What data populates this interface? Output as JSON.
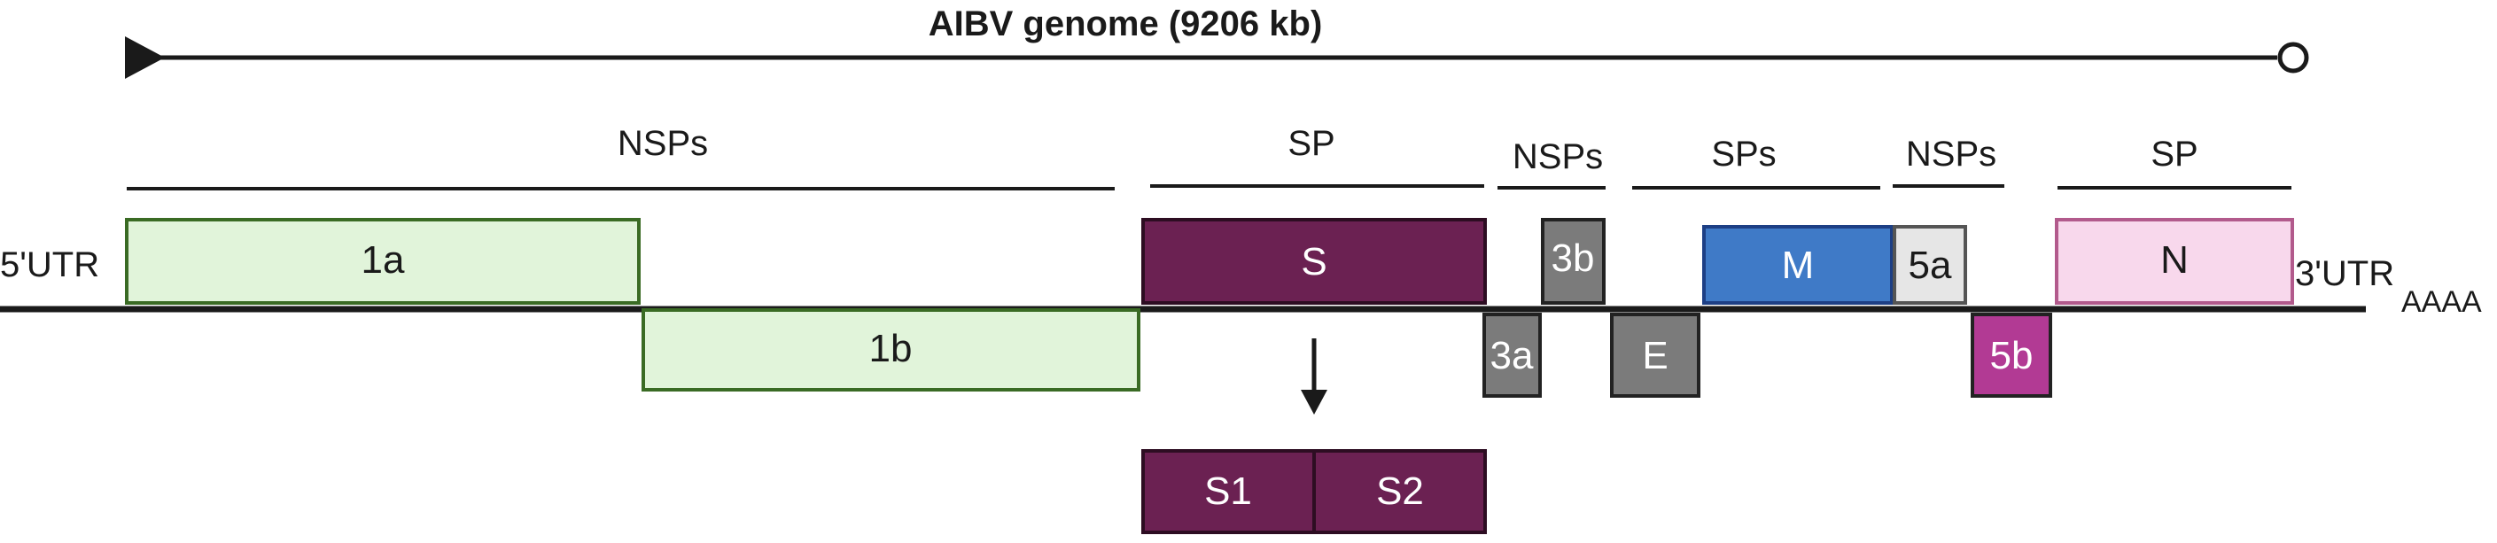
{
  "title": "AIBV genome (9206 kb)",
  "groups": {
    "nsps_1": "NSPs",
    "sp_1": "SP",
    "nsps_2": "NSPs",
    "sps": "SPs",
    "nsps_3": "NSPs",
    "sp_2": "SP"
  },
  "utr5": "5'UTR",
  "utr3": "3'UTR",
  "polyA": "AAAA",
  "genes": {
    "g1a": "1a",
    "g1b": "1b",
    "s": "S",
    "g3a": "3a",
    "g3b": "3b",
    "e": "E",
    "m": "M",
    "g5a": "5a",
    "g5b": "5b",
    "n": "N",
    "s1": "S1",
    "s2": "S2"
  },
  "colors": {
    "line": "#1a1a1a",
    "orf1_fill": "#e1f4da",
    "orf1_stroke": "#3a6b24",
    "spike_fill": "#6b2152",
    "spike_stroke": "#2d0d22",
    "grey_fill": "#7b7b7b",
    "grey_stroke": "#222222",
    "m_fill": "#3f7ac7",
    "m_stroke": "#1d3f85",
    "g5a_fill": "#e6e6e6",
    "g5a_stroke": "#555555",
    "g5b_fill": "#b23a94",
    "g5b_stroke": "#222222",
    "n_fill": "#f8d8ec",
    "n_stroke": "#b25a8c"
  }
}
